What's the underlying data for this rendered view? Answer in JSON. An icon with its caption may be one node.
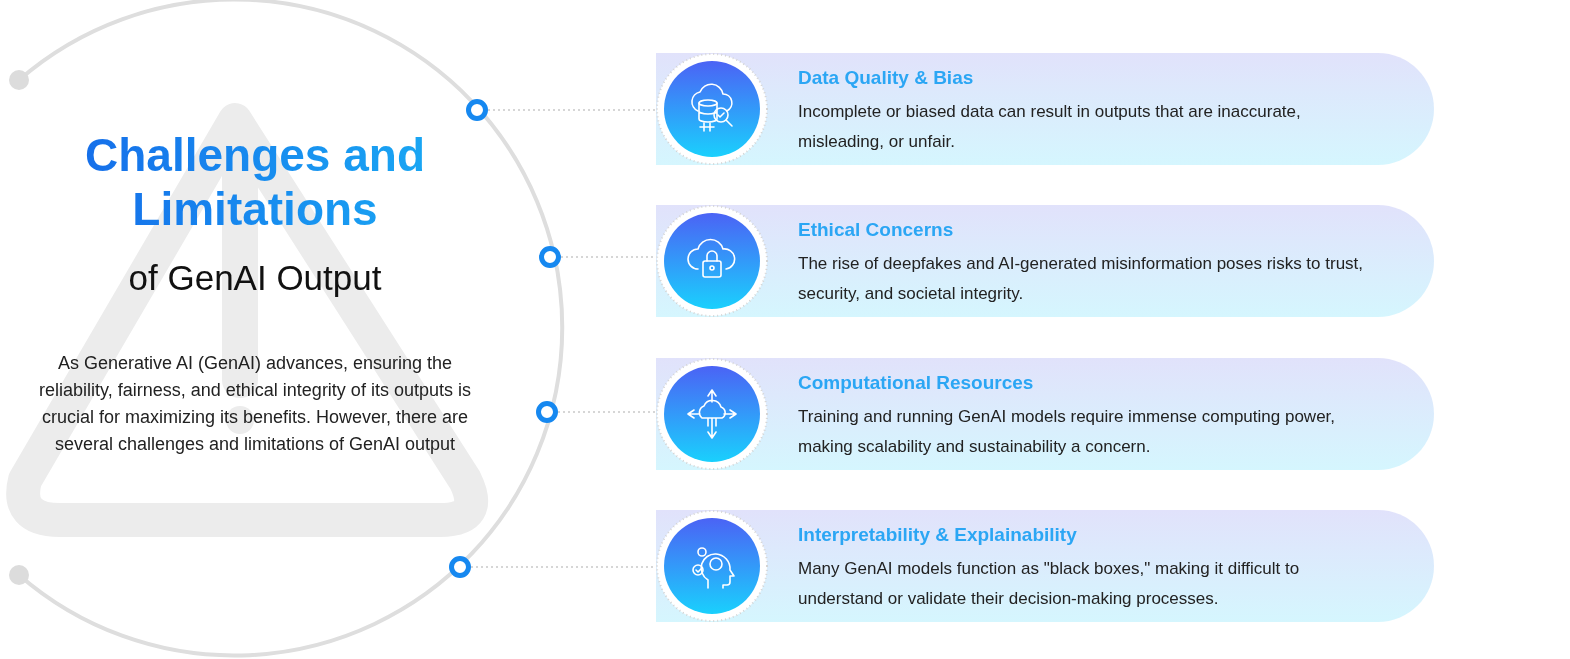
{
  "diagram": {
    "title": "Challenges and Limitations",
    "nodes": [
      {
        "text": [],
        "shape": "circle"
      },
      {
        "text": [],
        "shape": "circle"
      },
      {
        "text": [],
        "shape": "circle"
      },
      {
        "text": [],
        "shape": "circle"
      },
      {
        "text": [
          "Data Quality & Bias",
          "Incomplete or biased data can result in outputs that are inaccurate, misleading, or unfair."
        ]
      },
      {
        "text": [
          "Ethical Concerns",
          "The rise of deepfakes and AI-generated misinformation poses risks to trust, security, and societal integrity."
        ]
      },
      {
        "text": [
          "Computational Resources",
          "Training and running GenAI models require immense computing power, making scalability and sustainability a concern."
        ]
      },
      {
        "text": [
          "Interpretability & Explainability",
          "Many GenAI models function as \"black boxes,\" making it difficult to understand or validate their decision-making processes."
        ]
      }
    ],
    "edges": [
      {
        "from": 0,
        "to": 4,
        "arrow": "none",
        "style": "dashed"
      },
      {
        "from": 1,
        "to": 5,
        "arrow": "none",
        "style": "dashed"
      },
      {
        "from": 2,
        "to": 6,
        "arrow": "none",
        "style": "dashed"
      },
      {
        "from": 3,
        "to": 7,
        "arrow": "none",
        "style": "dashed"
      }
    ],
    "labels": [
      "of GenAI Output",
      "As Generative AI (GenAI) advances, ensuring the reliability, fairness, and ethical integrity of its outputs is crucial for maximizing its benefits. However, there are several challenges and limitations of GenAI output"
    ]
  }
}
